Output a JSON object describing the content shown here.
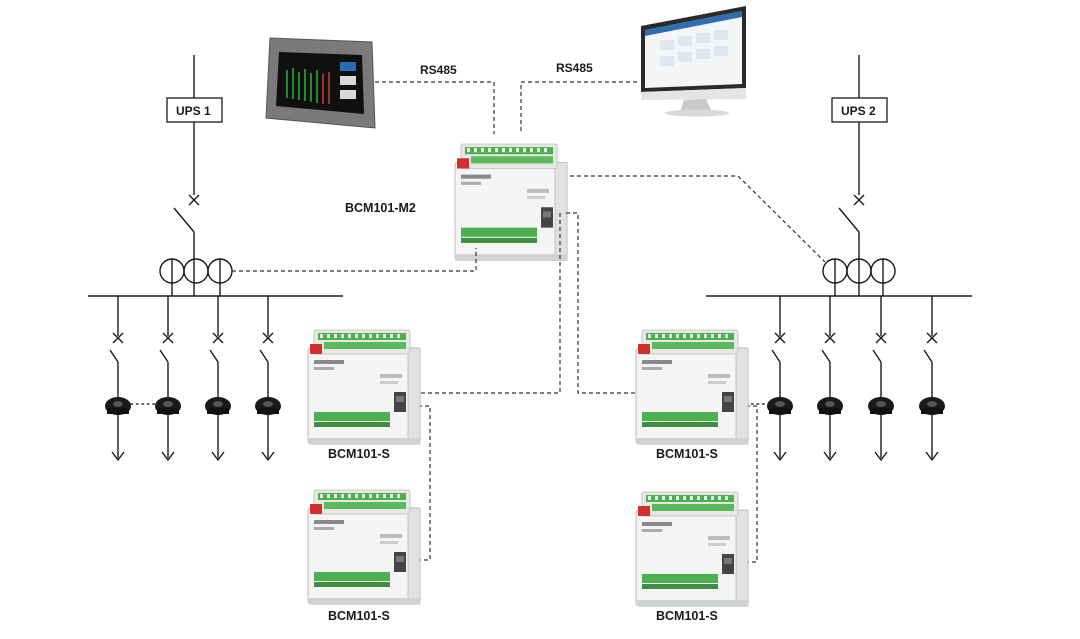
{
  "labels": {
    "ups1": "UPS 1",
    "ups2": "UPS 2",
    "rs485_left": "RS485",
    "rs485_right": "RS485",
    "master": "BCM101-M2",
    "slave_left_top": "BCM101-S",
    "slave_left_bottom": "BCM101-S",
    "slave_right_top": "BCM101-S",
    "slave_right_bottom": "BCM101-S"
  },
  "colors": {
    "line": "#1a1a1a",
    "module_body": "#f1f2f1",
    "terminal_green": "#4caf50",
    "brand_red": "#d32f2f",
    "hmi_frame": "#6b6b6b",
    "hmi_screen": "#101010"
  },
  "icons": {
    "hmi": "touch-panel-icon",
    "monitor": "desktop-monitor-icon",
    "module": "din-rail-module-icon",
    "ct": "current-transformer-icon",
    "breaker": "circuit-breaker-icon"
  }
}
